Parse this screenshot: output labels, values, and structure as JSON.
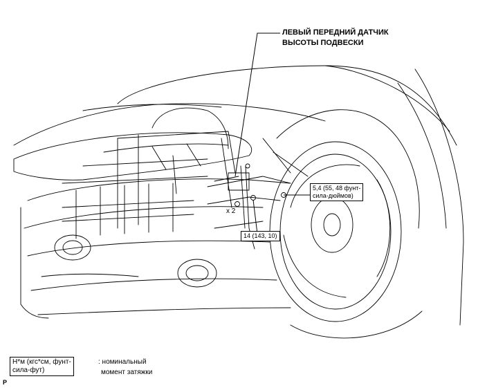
{
  "callout": {
    "line1": "ЛЕВЫЙ ПЕРЕДНИЙ ДАТЧИК",
    "line2": "ВЫСОТЫ ПОДВЕСКИ"
  },
  "torque_upper": {
    "line1": "5,4 (55, 48 фунт-",
    "line2": "сила-дюймов)"
  },
  "torque_lower": "14 (143, 10)",
  "quantity_label": "x 2",
  "legend": {
    "box_line1": "Н*м (кгс*см, фунт-",
    "box_line2": "сила-фут)",
    "text_line1": ": номинальный",
    "text_line2": "момент затяжки"
  },
  "corner_mark": "P"
}
